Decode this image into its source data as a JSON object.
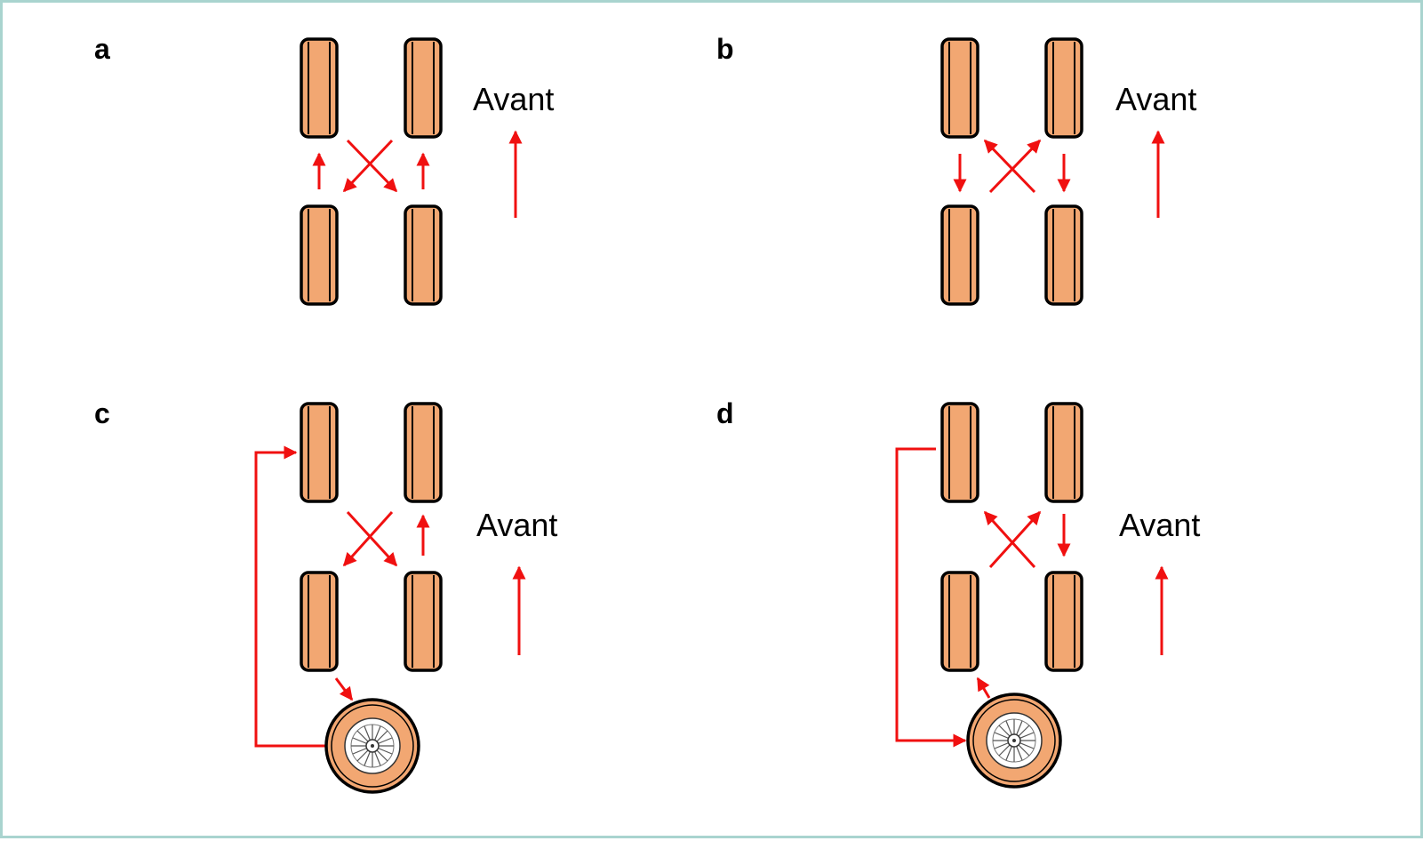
{
  "panels": [
    {
      "id": "a",
      "label": "a",
      "direction_label": "Avant",
      "spare_wheel": false
    },
    {
      "id": "b",
      "label": "b",
      "direction_label": "Avant",
      "spare_wheel": false
    },
    {
      "id": "c",
      "label": "c",
      "direction_label": "Avant",
      "spare_wheel": true
    },
    {
      "id": "d",
      "label": "d",
      "direction_label": "Avant",
      "spare_wheel": true
    }
  ],
  "colors": {
    "tire_fill": "#f2a772",
    "arrow": "#f01010",
    "frame_border": "#a9d4cf"
  },
  "icons": [
    "tire-icon",
    "spare-wheel-icon",
    "rotation-arrow",
    "forward-arrow"
  ]
}
